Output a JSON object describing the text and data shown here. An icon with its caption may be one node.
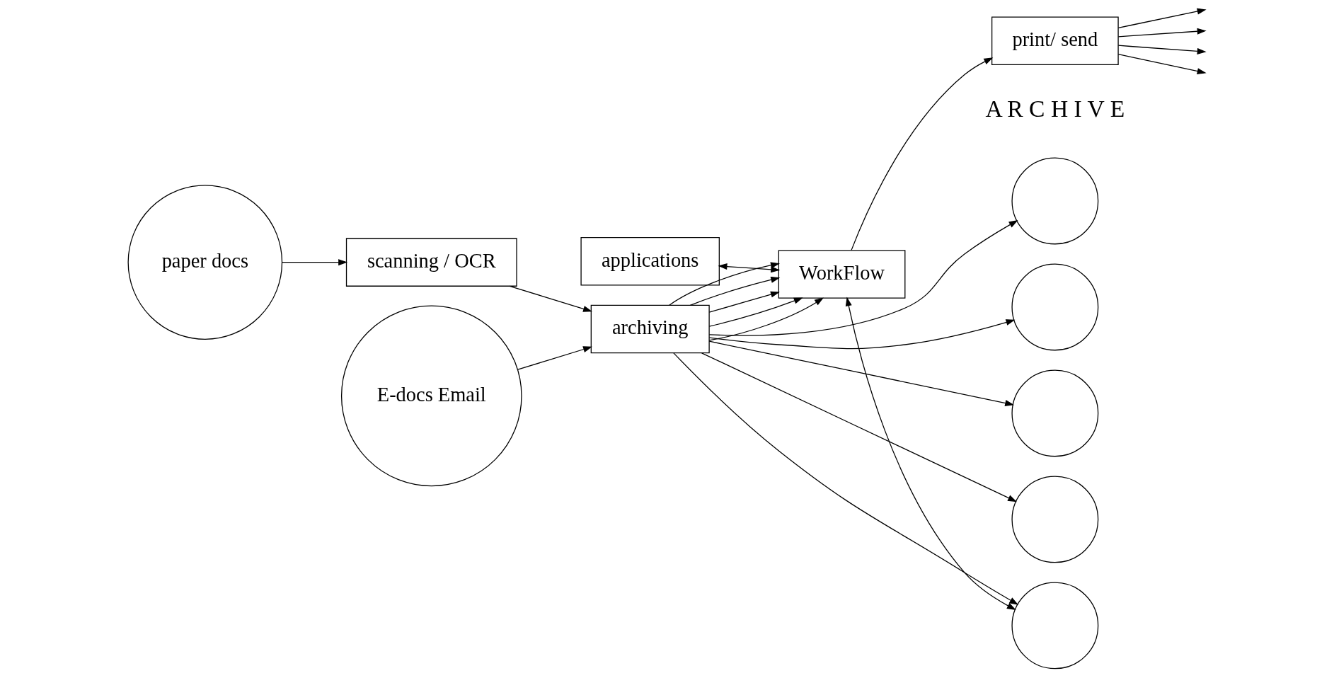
{
  "diagram": {
    "nodes": [
      {
        "text": [
          "paper docs"
        ]
      },
      {
        "text": [
          "scanning / OCR"
        ]
      },
      {
        "text": [
          "E-docs Email"
        ]
      },
      {
        "text": [
          "archiving"
        ]
      },
      {
        "text": [
          "applications"
        ]
      },
      {
        "text": [
          "WorkFlow"
        ]
      },
      {
        "text": [
          "print/ send"
        ]
      },
      {
        "text": [],
        "shape": "circle"
      },
      {
        "text": [],
        "shape": "circle"
      },
      {
        "text": [],
        "shape": "circle"
      },
      {
        "text": [],
        "shape": "circle"
      },
      {
        "text": [],
        "shape": "circle"
      }
    ],
    "edges": [
      {
        "from": 0,
        "to": 1,
        "arrow": "to"
      },
      {
        "from": 1,
        "to": 3,
        "arrow": "to"
      },
      {
        "from": 2,
        "to": 3,
        "arrow": "to"
      },
      {
        "from": 3,
        "to": 5,
        "arrow": "to"
      },
      {
        "from": 3,
        "to": 5,
        "arrow": "to"
      },
      {
        "from": 3,
        "to": 5,
        "arrow": "to"
      },
      {
        "from": 3,
        "to": 5,
        "arrow": "to"
      },
      {
        "from": 3,
        "to": 5,
        "arrow": "to"
      },
      {
        "from": 4,
        "to": 5,
        "arrow": "both"
      },
      {
        "from": 5,
        "to": 6,
        "arrow": "to"
      },
      {
        "from": 6,
        "to": null,
        "arrow": "to"
      },
      {
        "from": 6,
        "to": null,
        "arrow": "to"
      },
      {
        "from": 6,
        "to": null,
        "arrow": "to"
      },
      {
        "from": 6,
        "to": null,
        "arrow": "to"
      },
      {
        "from": 3,
        "to": 7,
        "arrow": "to"
      },
      {
        "from": 3,
        "to": 8,
        "arrow": "to"
      },
      {
        "from": 3,
        "to": 9,
        "arrow": "to"
      },
      {
        "from": 3,
        "to": 10,
        "arrow": "to"
      },
      {
        "from": 3,
        "to": 11,
        "arrow": "to"
      },
      {
        "from": 5,
        "to": 11,
        "arrow": "both"
      }
    ],
    "labels": [
      "A R C H I V E"
    ]
  }
}
